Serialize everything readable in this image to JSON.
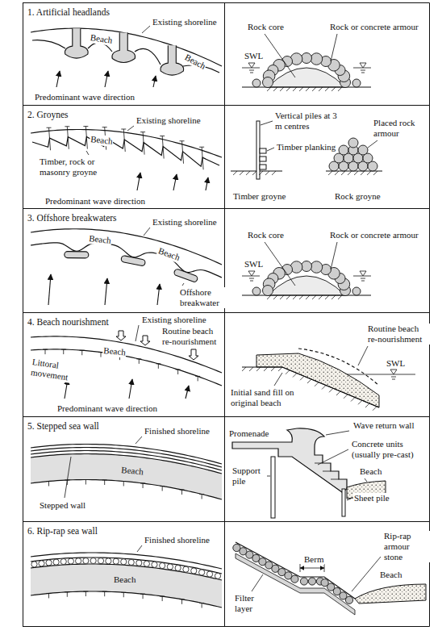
{
  "diagram": {
    "nodes": [
      {
        "text": [
          "1. Artificial headlands"
        ]
      },
      {
        "text": [
          "2. Groynes"
        ]
      },
      {
        "text": [
          "3. Offshore breakwaters"
        ]
      },
      {
        "text": [
          "4. Beach nourishment"
        ]
      },
      {
        "text": [
          "5. Stepped sea wall"
        ]
      },
      {
        "text": [
          "6. Rip-rap sea wall"
        ]
      }
    ],
    "labels": [
      "Existing shoreline",
      "Beach",
      "Beach",
      "Predominant wave direction",
      "Rock core",
      "Rock or concrete armour",
      "SWL",
      "Existing shoreline",
      "Beach",
      "Timber, rock or masonry groyne",
      "Predominant wave direction",
      "Vertical piles at 3 m centres",
      "Timber planking",
      "Placed rock armour",
      "Timber groyne",
      "Rock groyne",
      "Existing shoreline",
      "Beach",
      "Beach",
      "Offshore breakwater",
      "Rock core",
      "Rock or concrete armour",
      "SWL",
      "Existing shoreline",
      "Routine beach re-nourishment",
      "Beach",
      "Littoral movement",
      "Predominant wave direction",
      "Routine beach re-nourishment",
      "SWL",
      "Initial sand fill on original beach",
      "Finished shoreline",
      "Beach",
      "Stepped wall",
      "Promenade",
      "Wave return wall",
      "Concrete units (usually pre-cast)",
      "Beach",
      "Support pile",
      "Sheet pile",
      "Finished shoreline",
      "Beach",
      "Rip-rap armour stone",
      "Berm",
      "Beach",
      "Filter layer"
    ]
  }
}
